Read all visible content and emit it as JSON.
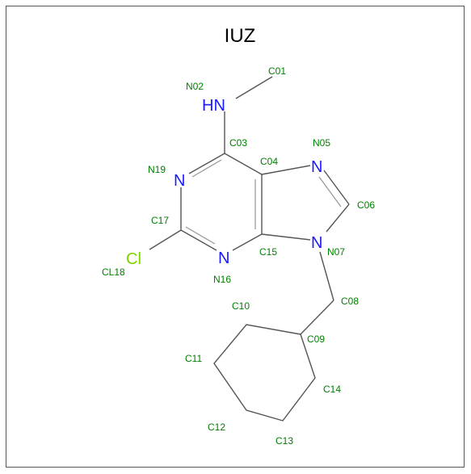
{
  "title": "IUZ",
  "colors": {
    "bond": "#555555",
    "nitrogen": "#1a1aff",
    "chlorine": "#7fd000",
    "atom_label": "#008000",
    "frame": "#555555"
  },
  "element_symbols": {
    "hn": "HN",
    "n19": "N",
    "n05": "N",
    "n07": "N",
    "n16": "N",
    "cl": "Cl"
  },
  "atom_labels": {
    "c01": "C01",
    "n02": "N02",
    "c03": "C03",
    "c04": "C04",
    "n05": "N05",
    "c06": "C06",
    "n07": "N07",
    "c08": "C08",
    "c09": "C09",
    "c10": "C10",
    "c11": "C11",
    "c12": "C12",
    "c13": "C13",
    "c14": "C14",
    "c15": "C15",
    "n16": "N16",
    "c17": "C17",
    "cl18": "CL18",
    "n19": "N19"
  }
}
